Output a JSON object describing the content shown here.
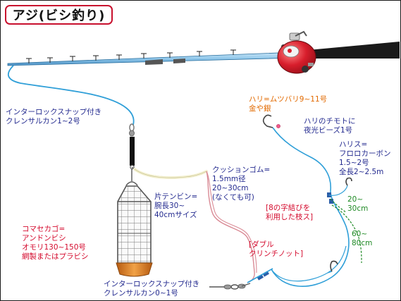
{
  "title": "アジ(ビシ釣り)",
  "colors": {
    "red_text": "#d4092c",
    "orange_text": "#e26a00",
    "navy_text": "#232a8f",
    "green_text": "#1f8a25",
    "main_line": "#2f9fd8",
    "leader_line": "#d98a95",
    "rod_tip": "#8fc7ea",
    "rod_butt": "#1a1a1a",
    "reel": "#d81e2c",
    "cushion": "#f3f0cf",
    "cage": "#d9d9d9",
    "sinker": "#d97a1f"
  },
  "labels": {
    "hook": [
      "ハリ=ムツバリ9~11号",
      "金や銀"
    ],
    "hook_beads": [
      "ハリのチモトに",
      "夜光ビーズ1号"
    ],
    "harisu": [
      "ハリス=",
      "フロロカーボン",
      "1.5~2号",
      "全長2~2.5m"
    ],
    "snap_top": [
      "インターロックスナップ付き",
      "クレンサルカン1~2号"
    ],
    "cushion": [
      "クッションゴム=",
      "1.5mm径",
      "20~30cm",
      "(なくても可)"
    ],
    "tenbin": [
      "片テンビン=",
      "腕長30~",
      "40cmサイズ"
    ],
    "knot8": [
      "[8の字結びを",
      "利用した枝ス]"
    ],
    "branch1": [
      "20~",
      "30cm"
    ],
    "branch2": [
      "60~",
      "80cm"
    ],
    "cage": [
      "コマセカゴ=",
      "アンドンビシ",
      "オモリ130~150号",
      "網製またはプラビシ"
    ],
    "clinch": [
      "[ダブル",
      "クリンチノット]"
    ],
    "snap_bottom": [
      "インターロックスナップ付き",
      "クレンサルカン0~1号"
    ]
  }
}
